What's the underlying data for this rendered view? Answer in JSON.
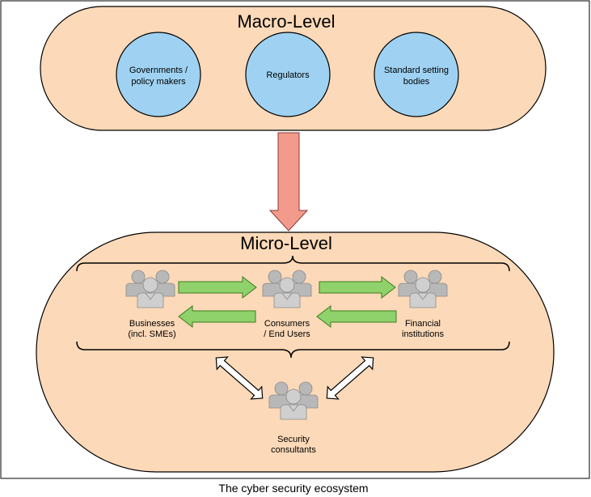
{
  "macro": {
    "title": "Macro-Level",
    "actors": [
      {
        "label_line1": "Governments /",
        "label_line2": "policy makers"
      },
      {
        "label_line1": "Regulators",
        "label_line2": ""
      },
      {
        "label_line1": "Standard setting",
        "label_line2": "bodies"
      }
    ]
  },
  "micro": {
    "title": "Micro-Level",
    "actors": [
      {
        "label_line1": "Businesses",
        "label_line2": "(incl. SMEs)"
      },
      {
        "label_line1": "Consumers",
        "label_line2": "/ End Users"
      },
      {
        "label_line1": "Financial",
        "label_line2": "institutions"
      },
      {
        "label_line1": "Security",
        "label_line2": "consultants"
      }
    ]
  },
  "caption": "The cyber security ecosystem",
  "colors": {
    "level_fill": "#fcd9b8",
    "circle_fill": "#9fd2f2",
    "flow_arrow": "#8fd16a",
    "influence_arrow": "#f29a8c"
  },
  "icons": {
    "group": "people-group-icon"
  }
}
